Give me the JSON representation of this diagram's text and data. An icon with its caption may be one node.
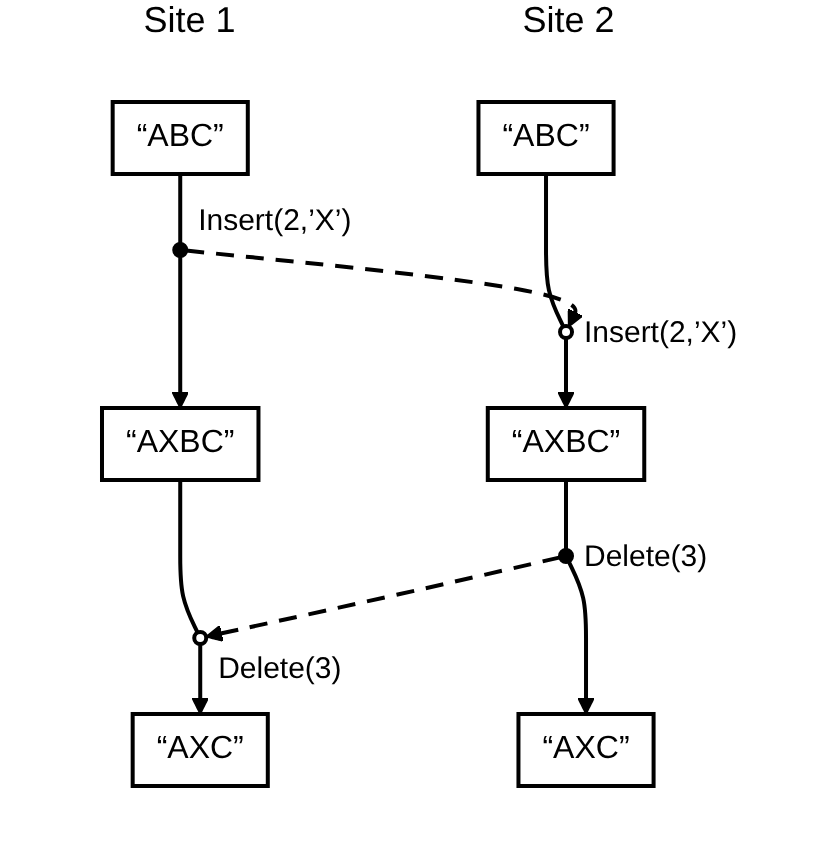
{
  "diagram": {
    "nodes": [
      {
        "text": [
          "“ABC”"
        ]
      },
      {
        "text": [
          "“ABC”"
        ]
      },
      {
        "text": [],
        "shape": "circle",
        "beside": [
          "Insert(2,’X’)"
        ]
      },
      {
        "text": [],
        "shape": "circle",
        "beside": [
          "Insert(2,’X’)"
        ]
      },
      {
        "text": [
          "“AXBC”"
        ]
      },
      {
        "text": [
          "“AXBC”"
        ]
      },
      {
        "text": [],
        "shape": "circle",
        "beside": [
          "Delete(3)"
        ]
      },
      {
        "text": [],
        "shape": "circle",
        "beside": [
          "Delete(3)"
        ]
      },
      {
        "text": [
          "“AXC”"
        ]
      },
      {
        "text": [
          "“AXC”"
        ]
      }
    ],
    "edges": [
      {
        "from": 0,
        "to": 2,
        "arrow": "none"
      },
      {
        "from": 2,
        "to": 4,
        "arrow": "to"
      },
      {
        "from": 1,
        "to": 3,
        "arrow": "none"
      },
      {
        "from": 3,
        "to": 5,
        "arrow": "to"
      },
      {
        "from": 2,
        "to": 3,
        "arrow": "to",
        "style": "dashed"
      },
      {
        "from": 4,
        "to": 7,
        "arrow": "none"
      },
      {
        "from": 7,
        "to": 8,
        "arrow": "to"
      },
      {
        "from": 5,
        "to": 6,
        "arrow": "none"
      },
      {
        "from": 6,
        "to": 9,
        "arrow": "to"
      },
      {
        "from": 6,
        "to": 7,
        "arrow": "to",
        "style": "dashed"
      }
    ],
    "labels": [
      "Site 1",
      "Site 2"
    ]
  }
}
